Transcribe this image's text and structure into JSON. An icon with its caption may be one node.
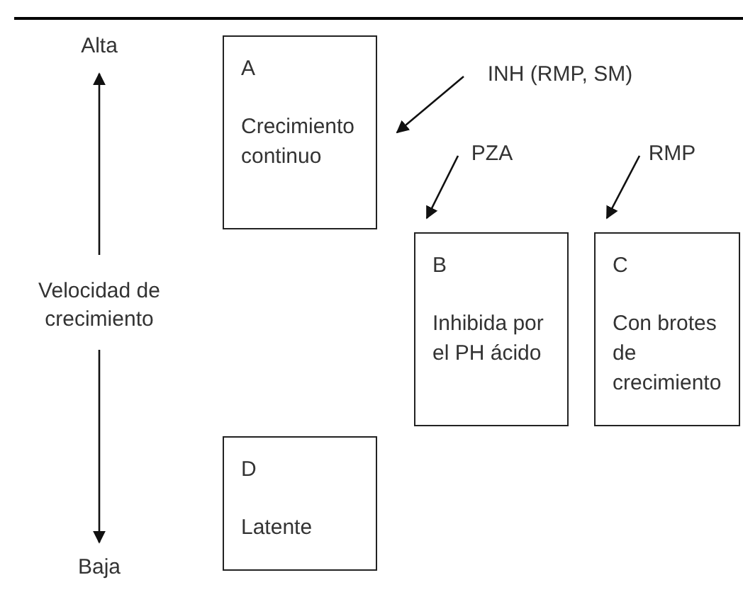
{
  "diagram": {
    "nodes": [
      {
        "text": [
          "Alta"
        ]
      },
      {
        "text": [
          "Velocidad de crecimiento"
        ]
      },
      {
        "text": [
          "Baja"
        ]
      },
      {
        "text": [
          "A",
          "Crecimiento continuo"
        ]
      },
      {
        "text": [
          "INH (RMP, SM)"
        ]
      },
      {
        "text": [
          "PZA"
        ]
      },
      {
        "text": [
          "RMP"
        ]
      },
      {
        "text": [
          "B",
          "Inhibida por el PH ácido"
        ]
      },
      {
        "text": [
          "C",
          "Con brotes de crecimiento"
        ]
      },
      {
        "text": [
          "D",
          "Latente"
        ]
      }
    ],
    "edges": [
      {
        "from": 1,
        "to": 0,
        "arrow": "to"
      },
      {
        "from": 1,
        "to": 2,
        "arrow": "to"
      },
      {
        "from": 4,
        "to": 3,
        "arrow": "to"
      },
      {
        "from": 5,
        "to": 7,
        "arrow": "to"
      },
      {
        "from": 6,
        "to": 8,
        "arrow": "to"
      }
    ]
  }
}
